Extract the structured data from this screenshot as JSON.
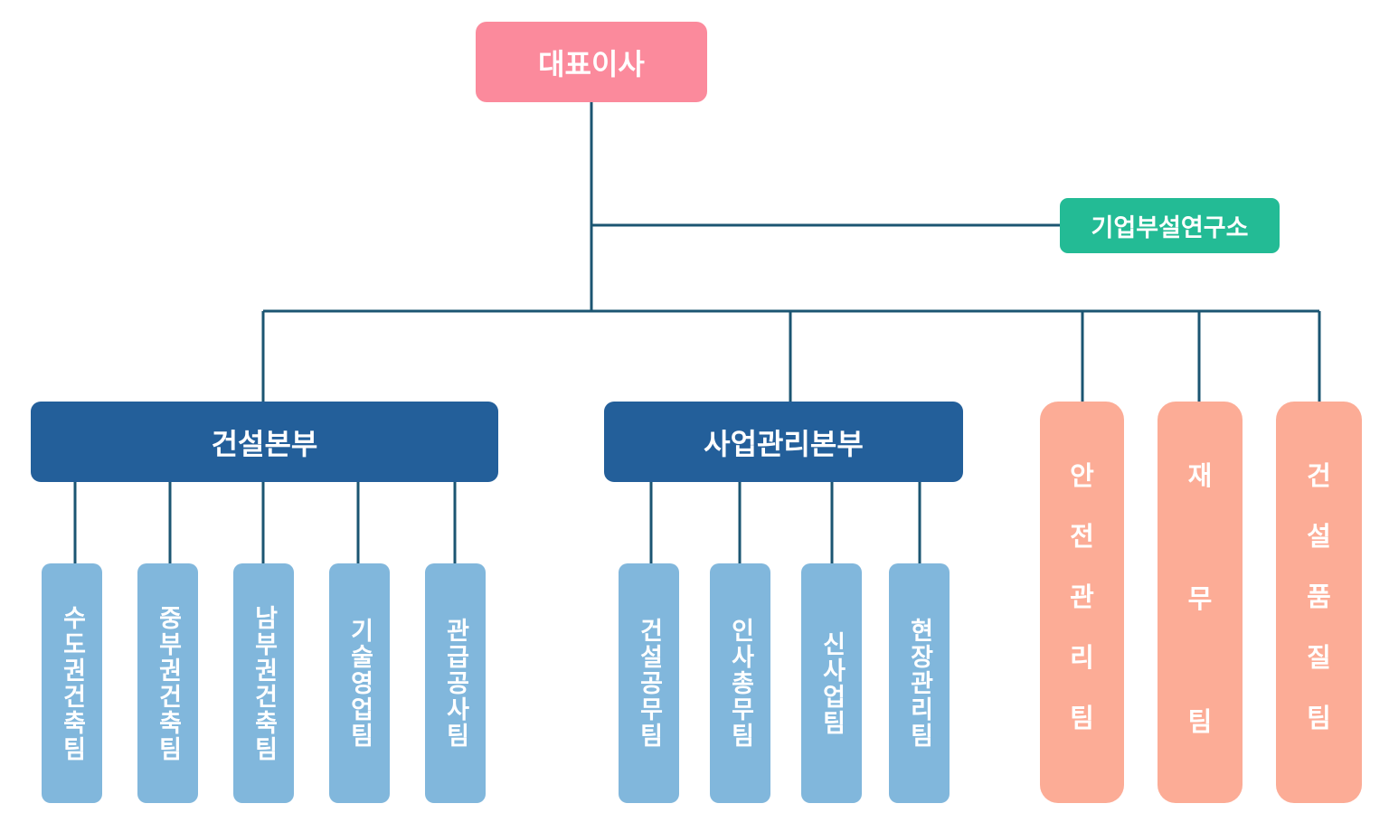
{
  "colors": {
    "line": "#1b5572",
    "ceo": "#fb8a9c",
    "lab": "#23bb95",
    "division": "#235f9a",
    "team": "#81b7dc",
    "side_team": "#fcac96"
  },
  "ceo": {
    "label": "대표이사"
  },
  "lab": {
    "label": "기업부설연구소"
  },
  "divisions": [
    {
      "label": "건설본부",
      "teams": [
        "수도권건축팀",
        "중부권건축팀",
        "남부권건축팀",
        "기술영업팀",
        "관급공사팀"
      ]
    },
    {
      "label": "사업관리본부",
      "teams": [
        "건설공무팀",
        "인사총무팀",
        "신사업팀",
        "현장관리팀"
      ]
    }
  ],
  "side_teams": [
    "안전관리팀",
    "재무팀",
    "건설품질팀"
  ]
}
